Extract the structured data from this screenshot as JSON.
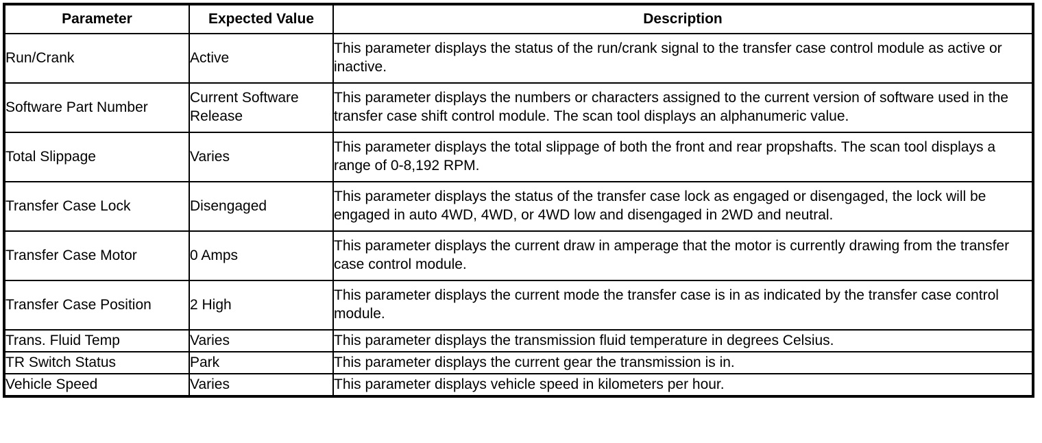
{
  "table": {
    "headers": {
      "parameter": "Parameter",
      "expected_value": "Expected Value",
      "description": "Description"
    },
    "rows": [
      {
        "parameter": "Run/Crank",
        "expected_value": "Active",
        "description": "This parameter displays the status of the run/crank signal to the transfer case control module as active or inactive."
      },
      {
        "parameter": "Software Part Number",
        "expected_value": "Current Software Release",
        "description": "This parameter displays the numbers or characters assigned to the current version of software used in the transfer case shift control module. The scan tool displays an alphanumeric value."
      },
      {
        "parameter": "Total Slippage",
        "expected_value": "Varies",
        "description": "This parameter displays the total slippage of both the front and rear propshafts. The scan tool displays a range of 0-8,192 RPM."
      },
      {
        "parameter": "Transfer Case Lock",
        "expected_value": "Disengaged",
        "description": "This parameter displays the status of the transfer case lock as engaged or disengaged, the lock will be engaged in auto 4WD, 4WD, or 4WD low and disengaged in 2WD and neutral."
      },
      {
        "parameter": "Transfer Case Motor",
        "expected_value": "0 Amps",
        "description": "This parameter displays the current draw in amperage that the motor is currently drawing from the transfer case control module."
      },
      {
        "parameter": "Transfer Case Position",
        "expected_value": "2 High",
        "description": "This parameter displays the current mode the transfer case is in as indicated by the transfer case control module."
      },
      {
        "parameter": "Trans. Fluid Temp",
        "expected_value": "Varies",
        "description": "This parameter displays the transmission fluid temperature in degrees Celsius."
      },
      {
        "parameter": "TR Switch Status",
        "expected_value": "Park",
        "description": "This parameter displays the current gear the transmission is in."
      },
      {
        "parameter": "Vehicle Speed",
        "expected_value": "Varies",
        "description": "This parameter displays vehicle speed in kilometers per hour."
      }
    ]
  }
}
